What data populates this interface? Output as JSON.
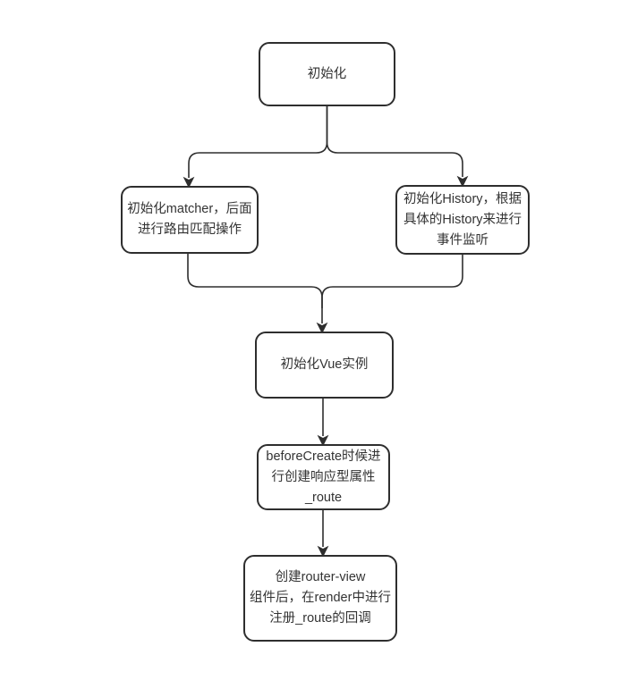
{
  "diagram": {
    "title": "Vue Router initialization flowchart",
    "colors": {
      "stroke": "#2e2e2e",
      "text": "#333333",
      "background": "#ffffff"
    },
    "nodes": [
      {
        "id": "init",
        "text": "初始化",
        "lines": [
          "初始化"
        ]
      },
      {
        "id": "init-matcher",
        "text": "初始化matcher，后面进行路由匹配操作",
        "lines": [
          "初始化matcher，后面",
          "进行路由匹配操作"
        ]
      },
      {
        "id": "init-history",
        "text": "初始化History，根据具体的History来进行事件监听",
        "lines": [
          "初始化History，根据",
          "具体的History来进行",
          "事件监听"
        ]
      },
      {
        "id": "init-vue-instance",
        "text": "初始化Vue实例",
        "lines": [
          "初始化Vue实例"
        ]
      },
      {
        "id": "before-create-route",
        "text": "beforeCreate时候进行创建响应型属性_route",
        "lines": [
          "beforeCreate时候进",
          "行创建响应型属性",
          "_route"
        ]
      },
      {
        "id": "create-router-view",
        "text": "创建router-view组件后，在render中进行注册_route的回调",
        "lines": [
          "创建router-view",
          "组件后，在render中进行",
          "注册_route的回调"
        ]
      }
    ],
    "edges": [
      {
        "from": "init",
        "to": "init-matcher"
      },
      {
        "from": "init",
        "to": "init-history"
      },
      {
        "from": "init-matcher",
        "to": "init-vue-instance"
      },
      {
        "from": "init-history",
        "to": "init-vue-instance"
      },
      {
        "from": "init-vue-instance",
        "to": "before-create-route"
      },
      {
        "from": "before-create-route",
        "to": "create-router-view"
      }
    ]
  }
}
